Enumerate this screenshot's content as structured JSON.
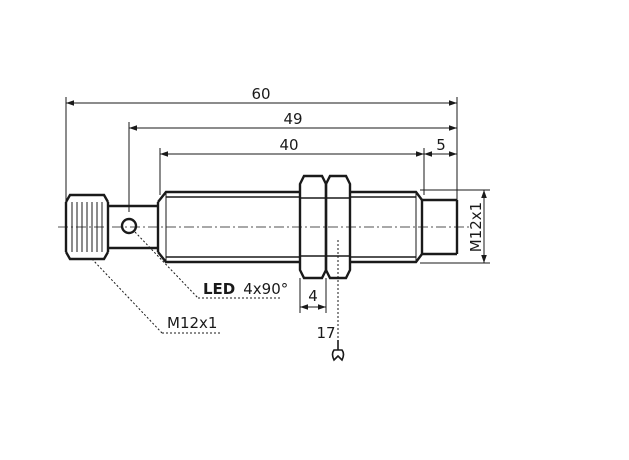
{
  "dimensions": {
    "overall_length": "60",
    "led_to_end": "49",
    "thread_length": "40",
    "tip_length": "5",
    "thread_diameter": "M12x1",
    "nut_thickness": "4",
    "wrench_size": "17"
  },
  "labels": {
    "led_bold": "LED",
    "led_detail": "4x90°",
    "connector_thread": "M12x1"
  }
}
